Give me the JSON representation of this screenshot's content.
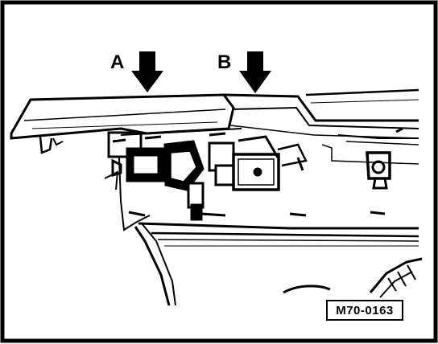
{
  "labels": {
    "a": "A",
    "b": "B"
  },
  "reference": "M70-0163",
  "colors": {
    "ink": "#000000",
    "paper": "#ffffff"
  }
}
